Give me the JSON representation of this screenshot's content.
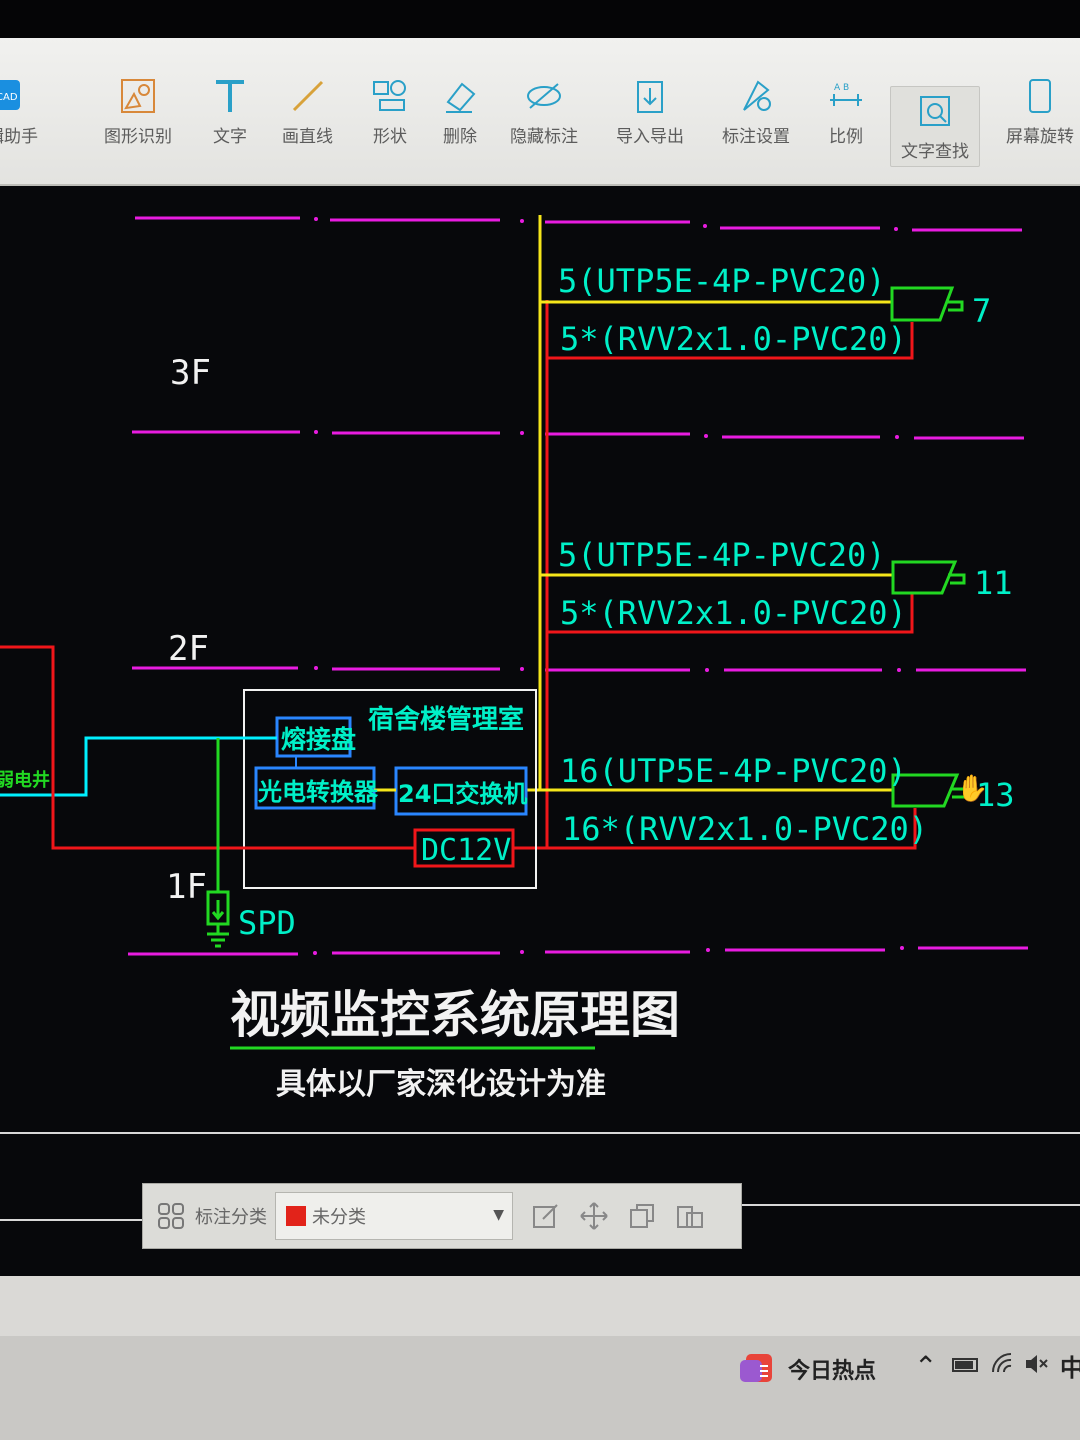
{
  "toolbar": {
    "items": [
      {
        "label": "编辑助手",
        "icon": "cad-logo-icon"
      },
      {
        "label": "图形识别",
        "icon": "shape-recognize-icon"
      },
      {
        "label": "文字",
        "icon": "text-icon"
      },
      {
        "label": "画直线",
        "icon": "line-icon"
      },
      {
        "label": "形状",
        "icon": "shape-icon"
      },
      {
        "label": "删除",
        "icon": "eraser-icon"
      },
      {
        "label": "隐藏标注",
        "icon": "hide-icon"
      },
      {
        "label": "导入导出",
        "icon": "import-export-icon"
      },
      {
        "label": "标注设置",
        "icon": "annotation-settings-icon"
      },
      {
        "label": "比例",
        "icon": "scale-icon"
      },
      {
        "label": "文字查找",
        "icon": "text-search-icon"
      },
      {
        "label": "屏幕旋转",
        "icon": "rotate-screen-icon"
      }
    ]
  },
  "drawing": {
    "floors": [
      "3F",
      "2F",
      "1F"
    ],
    "branches": [
      {
        "data_cable": "5(UTP5E-4P-PVC20)",
        "power_cable": "5*(RVV2x1.0-PVC20)",
        "count": "7"
      },
      {
        "data_cable": "5(UTP5E-4P-PVC20)",
        "power_cable": "5*(RVV2x1.0-PVC20)",
        "count": "11"
      },
      {
        "data_cable": "16(UTP5E-4P-PVC20)",
        "power_cable": "16*(RVV2x1.0-PVC20)",
        "count": "13"
      }
    ],
    "room_label": "宿舍楼管理室",
    "splice_box": "熔接盘",
    "media_converter": "光电转换器",
    "switch": "24口交换机",
    "power_supply": "DC12V",
    "spd": "SPD",
    "left_cut_label": "弱电井",
    "title": "视频监控系统原理图",
    "subtitle": "具体以厂家深化设计为准"
  },
  "annotation_panel": {
    "label": "标注分类",
    "selected": "未分类",
    "swatch_color": "#e2231a"
  },
  "taskbar": {
    "news_label": "今日热点",
    "ime": "中"
  },
  "colors": {
    "magenta": "#e81ce0",
    "yellow": "#f5e61a",
    "red": "#f0161a",
    "cyan": "#00f0c8",
    "green": "#22d822",
    "blue": "#2a86ff",
    "white": "#f2f2f2"
  }
}
